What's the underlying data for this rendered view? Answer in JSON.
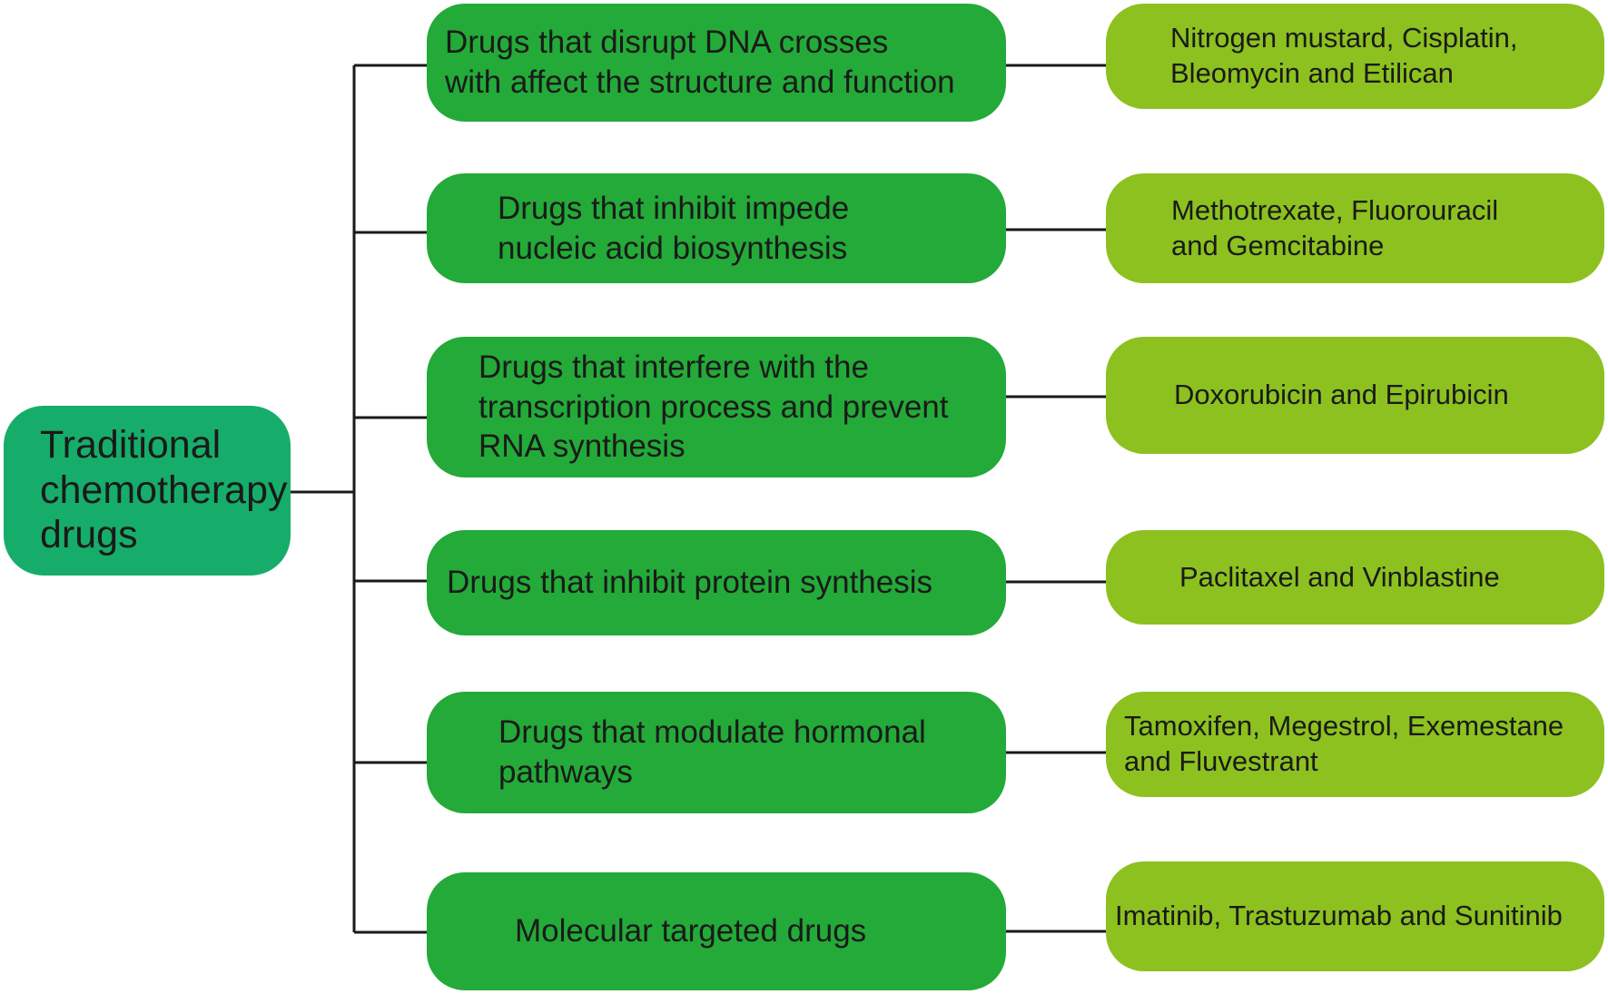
{
  "colors": {
    "root_fill": "#16ad6b",
    "category_fill": "#23aa38",
    "example_fill": "#8cc11f",
    "connector": "#1a1a1a"
  },
  "root": {
    "label": "Traditional\nchemotherapy\ndrugs"
  },
  "rows": [
    {
      "category": "Drugs that disrupt DNA crosses\nwith affect the structure and function",
      "examples": "Nitrogen mustard, Cisplatin,\nBleomycin and Etilican"
    },
    {
      "category": "Drugs that inhibit impede\nnucleic acid biosynthesis",
      "examples": "Methotrexate, Fluorouracil\nand Gemcitabine"
    },
    {
      "category": "Drugs that interfere with the\ntranscription process and prevent\nRNA synthesis",
      "examples": "Doxorubicin and Epirubicin"
    },
    {
      "category": "Drugs that inhibit protein synthesis",
      "examples": "Paclitaxel and Vinblastine"
    },
    {
      "category": "Drugs that modulate hormonal\npathways",
      "examples": "Tamoxifen, Megestrol, Exemestane\nand Fluvestrant"
    },
    {
      "category": "Molecular targeted drugs",
      "examples": "Imatinib, Trastuzumab and Sunitinib"
    }
  ]
}
